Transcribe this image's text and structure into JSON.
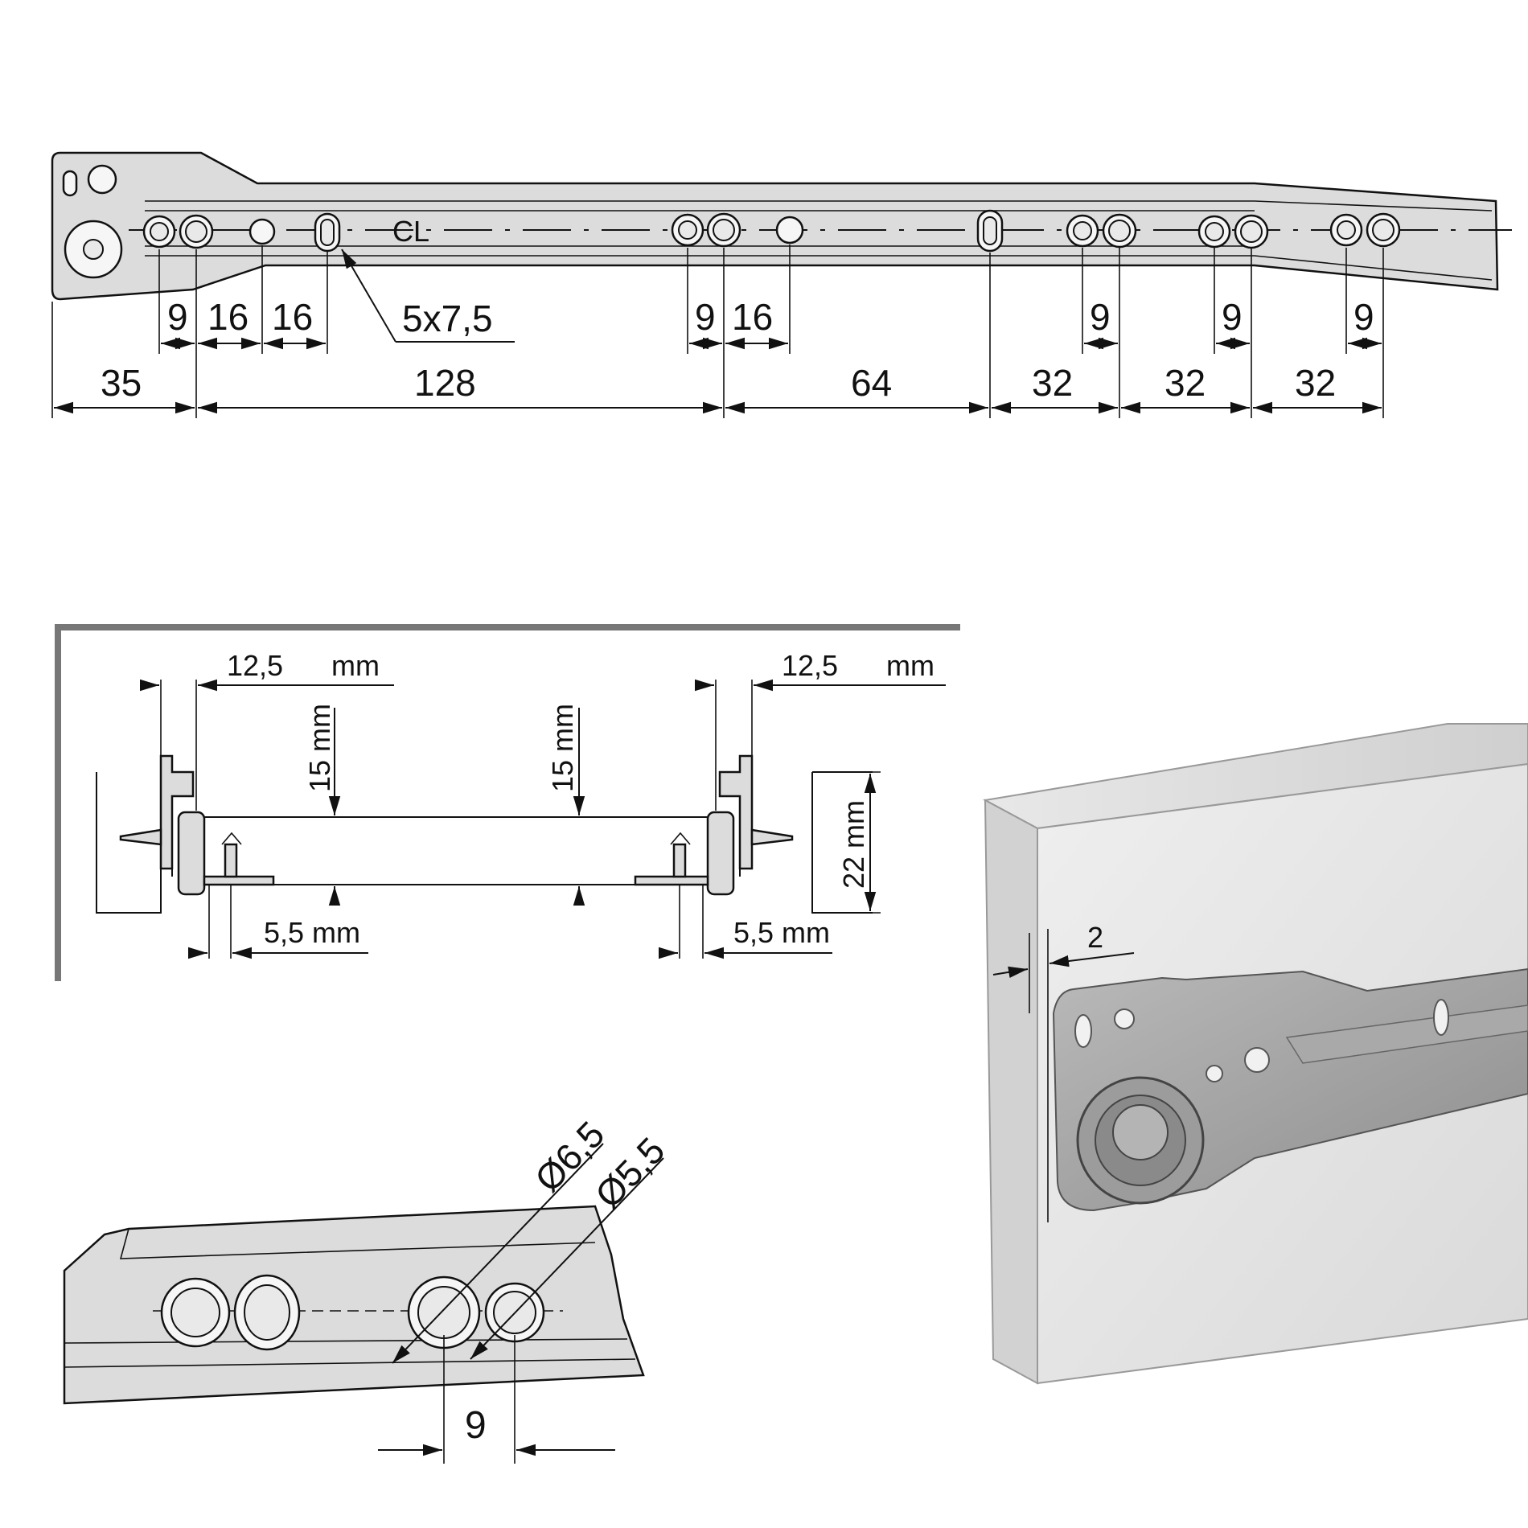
{
  "colors": {
    "ink": "#111111",
    "metal": "#dcdcdc",
    "board": "#e4e4e4",
    "background": "#ffffff"
  },
  "top_drawing": {
    "centerline_label": "CL",
    "slot_callout": "5x7,5",
    "small_dims": [
      "9",
      "16",
      "16",
      "9",
      "16",
      "9",
      "9",
      "9"
    ],
    "large_dims": [
      "35",
      "128",
      "64",
      "32",
      "32",
      "32"
    ]
  },
  "section_drawing": {
    "left_offset": "12,5",
    "left_offset_unit": "mm",
    "right_offset": "12,5",
    "right_offset_unit": "mm",
    "left_height": "15 mm",
    "center_height": "15 mm",
    "board_height": "22 mm",
    "left_screw_offset": "5,5 mm",
    "right_screw_offset": "5,5 mm"
  },
  "detail_drawing": {
    "diameter_large": "Ø6,5",
    "diameter_small": "Ø5,5",
    "spacing": "9"
  },
  "photo": {
    "setback": "2"
  }
}
